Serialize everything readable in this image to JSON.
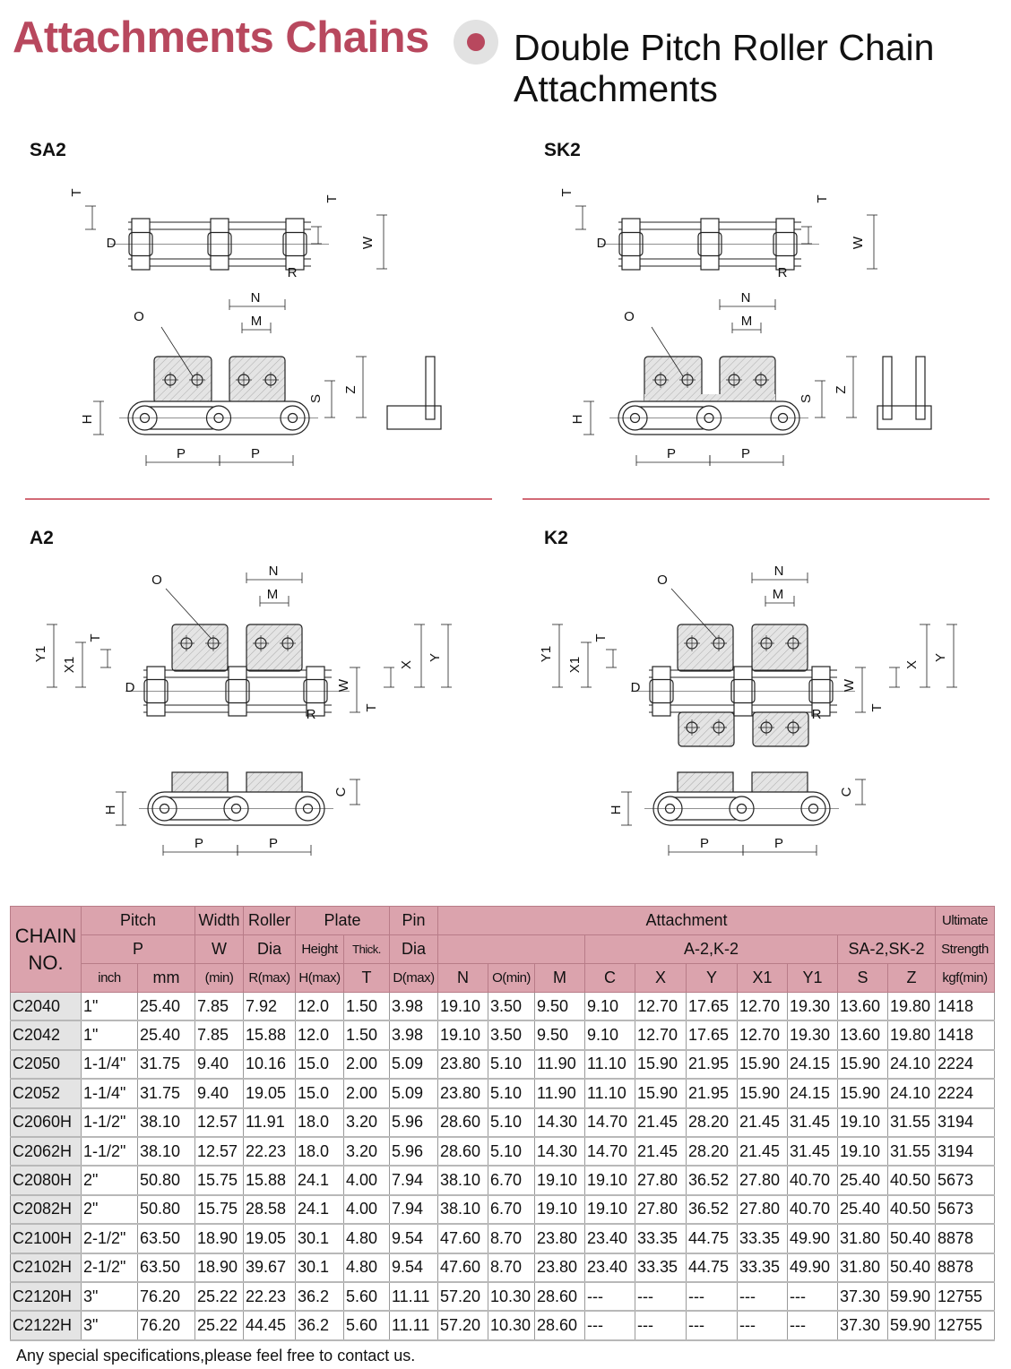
{
  "header": {
    "brand": "Attachments Chains",
    "subtitle_line1": "Double Pitch Roller Chain",
    "subtitle_line2": "Attachments",
    "accent_color": "#b8485e"
  },
  "drawings": [
    {
      "title": "SA2",
      "labels": [
        "T",
        "T",
        "D",
        "W",
        "R",
        "N",
        "M",
        "O",
        "Z",
        "S",
        "H",
        "P",
        "P"
      ]
    },
    {
      "title": "SK2",
      "labels": [
        "T",
        "T",
        "D",
        "W",
        "R",
        "N",
        "M",
        "O",
        "Z",
        "S",
        "H",
        "P",
        "P"
      ]
    },
    {
      "title": "A2",
      "labels": [
        "O",
        "N",
        "M",
        "Y1",
        "X1",
        "T",
        "D",
        "W",
        "R",
        "T",
        "X",
        "Y",
        "C",
        "H",
        "P",
        "P"
      ]
    },
    {
      "title": "K2",
      "labels": [
        "O",
        "N",
        "M",
        "Y1",
        "X1",
        "T",
        "D",
        "W",
        "R",
        "T",
        "X",
        "Y",
        "C",
        "H",
        "P",
        "P"
      ]
    }
  ],
  "table": {
    "h1": {
      "chain_no_1": "CHAIN",
      "chain_no_2": "NO.",
      "pitch": "Pitch",
      "width": "Width",
      "roller": "Roller",
      "plate": "Plate",
      "pin": "Pin",
      "attachment": "Attachment",
      "ultimate": "Ultimate"
    },
    "h2": {
      "p": "P",
      "w": "W",
      "dia": "Dia",
      "height": "Height",
      "thick": "Thick.",
      "pin_dia": "Dia",
      "a2k2": "A-2,K-2",
      "sa2sk2": "SA-2,SK-2",
      "strength": "Strength"
    },
    "h3": [
      "inch",
      "mm",
      "(min)",
      "R(max)",
      "H(max)",
      "T",
      "D(max)",
      "N",
      "O(min)",
      "M",
      "C",
      "X",
      "Y",
      "X1",
      "Y1",
      "S",
      "Z",
      "kgf(min)"
    ],
    "rows": [
      [
        "C2040",
        "1\"",
        "25.40",
        "7.85",
        "7.92",
        "12.0",
        "1.50",
        "3.98",
        "19.10",
        "3.50",
        "9.50",
        "9.10",
        "12.70",
        "17.65",
        "12.70",
        "19.30",
        "13.60",
        "19.80",
        "1418"
      ],
      [
        "C2042",
        "1\"",
        "25.40",
        "7.85",
        "15.88",
        "12.0",
        "1.50",
        "3.98",
        "19.10",
        "3.50",
        "9.50",
        "9.10",
        "12.70",
        "17.65",
        "12.70",
        "19.30",
        "13.60",
        "19.80",
        "1418"
      ],
      [
        "C2050",
        "1-1/4\"",
        "31.75",
        "9.40",
        "10.16",
        "15.0",
        "2.00",
        "5.09",
        "23.80",
        "5.10",
        "11.90",
        "11.10",
        "15.90",
        "21.95",
        "15.90",
        "24.15",
        "15.90",
        "24.10",
        "2224"
      ],
      [
        "C2052",
        "1-1/4\"",
        "31.75",
        "9.40",
        "19.05",
        "15.0",
        "2.00",
        "5.09",
        "23.80",
        "5.10",
        "11.90",
        "11.10",
        "15.90",
        "21.95",
        "15.90",
        "24.15",
        "15.90",
        "24.10",
        "2224"
      ],
      [
        "C2060H",
        "1-1/2\"",
        "38.10",
        "12.57",
        "11.91",
        "18.0",
        "3.20",
        "5.96",
        "28.60",
        "5.10",
        "14.30",
        "14.70",
        "21.45",
        "28.20",
        "21.45",
        "31.45",
        "19.10",
        "31.55",
        "3194"
      ],
      [
        "C2062H",
        "1-1/2\"",
        "38.10",
        "12.57",
        "22.23",
        "18.0",
        "3.20",
        "5.96",
        "28.60",
        "5.10",
        "14.30",
        "14.70",
        "21.45",
        "28.20",
        "21.45",
        "31.45",
        "19.10",
        "31.55",
        "3194"
      ],
      [
        "C2080H",
        "2\"",
        "50.80",
        "15.75",
        "15.88",
        "24.1",
        "4.00",
        "7.94",
        "38.10",
        "6.70",
        "19.10",
        "19.10",
        "27.80",
        "36.52",
        "27.80",
        "40.70",
        "25.40",
        "40.50",
        "5673"
      ],
      [
        "C2082H",
        "2\"",
        "50.80",
        "15.75",
        "28.58",
        "24.1",
        "4.00",
        "7.94",
        "38.10",
        "6.70",
        "19.10",
        "19.10",
        "27.80",
        "36.52",
        "27.80",
        "40.70",
        "25.40",
        "40.50",
        "5673"
      ],
      [
        "C2100H",
        "2-1/2\"",
        "63.50",
        "18.90",
        "19.05",
        "30.1",
        "4.80",
        "9.54",
        "47.60",
        "8.70",
        "23.80",
        "23.40",
        "33.35",
        "44.75",
        "33.35",
        "49.90",
        "31.80",
        "50.40",
        "8878"
      ],
      [
        "C2102H",
        "2-1/2\"",
        "63.50",
        "18.90",
        "39.67",
        "30.1",
        "4.80",
        "9.54",
        "47.60",
        "8.70",
        "23.80",
        "23.40",
        "33.35",
        "44.75",
        "33.35",
        "49.90",
        "31.80",
        "50.40",
        "8878"
      ],
      [
        "C2120H",
        "3\"",
        "76.20",
        "25.22",
        "22.23",
        "36.2",
        "5.60",
        "11.11",
        "57.20",
        "10.30",
        "28.60",
        "---",
        "---",
        "---",
        "---",
        "---",
        "37.30",
        "59.90",
        "12755"
      ],
      [
        "C2122H",
        "3\"",
        "76.20",
        "25.22",
        "44.45",
        "36.2",
        "5.60",
        "11.11",
        "57.20",
        "10.30",
        "28.60",
        "---",
        "---",
        "---",
        "---",
        "---",
        "37.30",
        "59.90",
        "12755"
      ]
    ]
  },
  "footer": "Any special specifications,please feel free to contact us."
}
